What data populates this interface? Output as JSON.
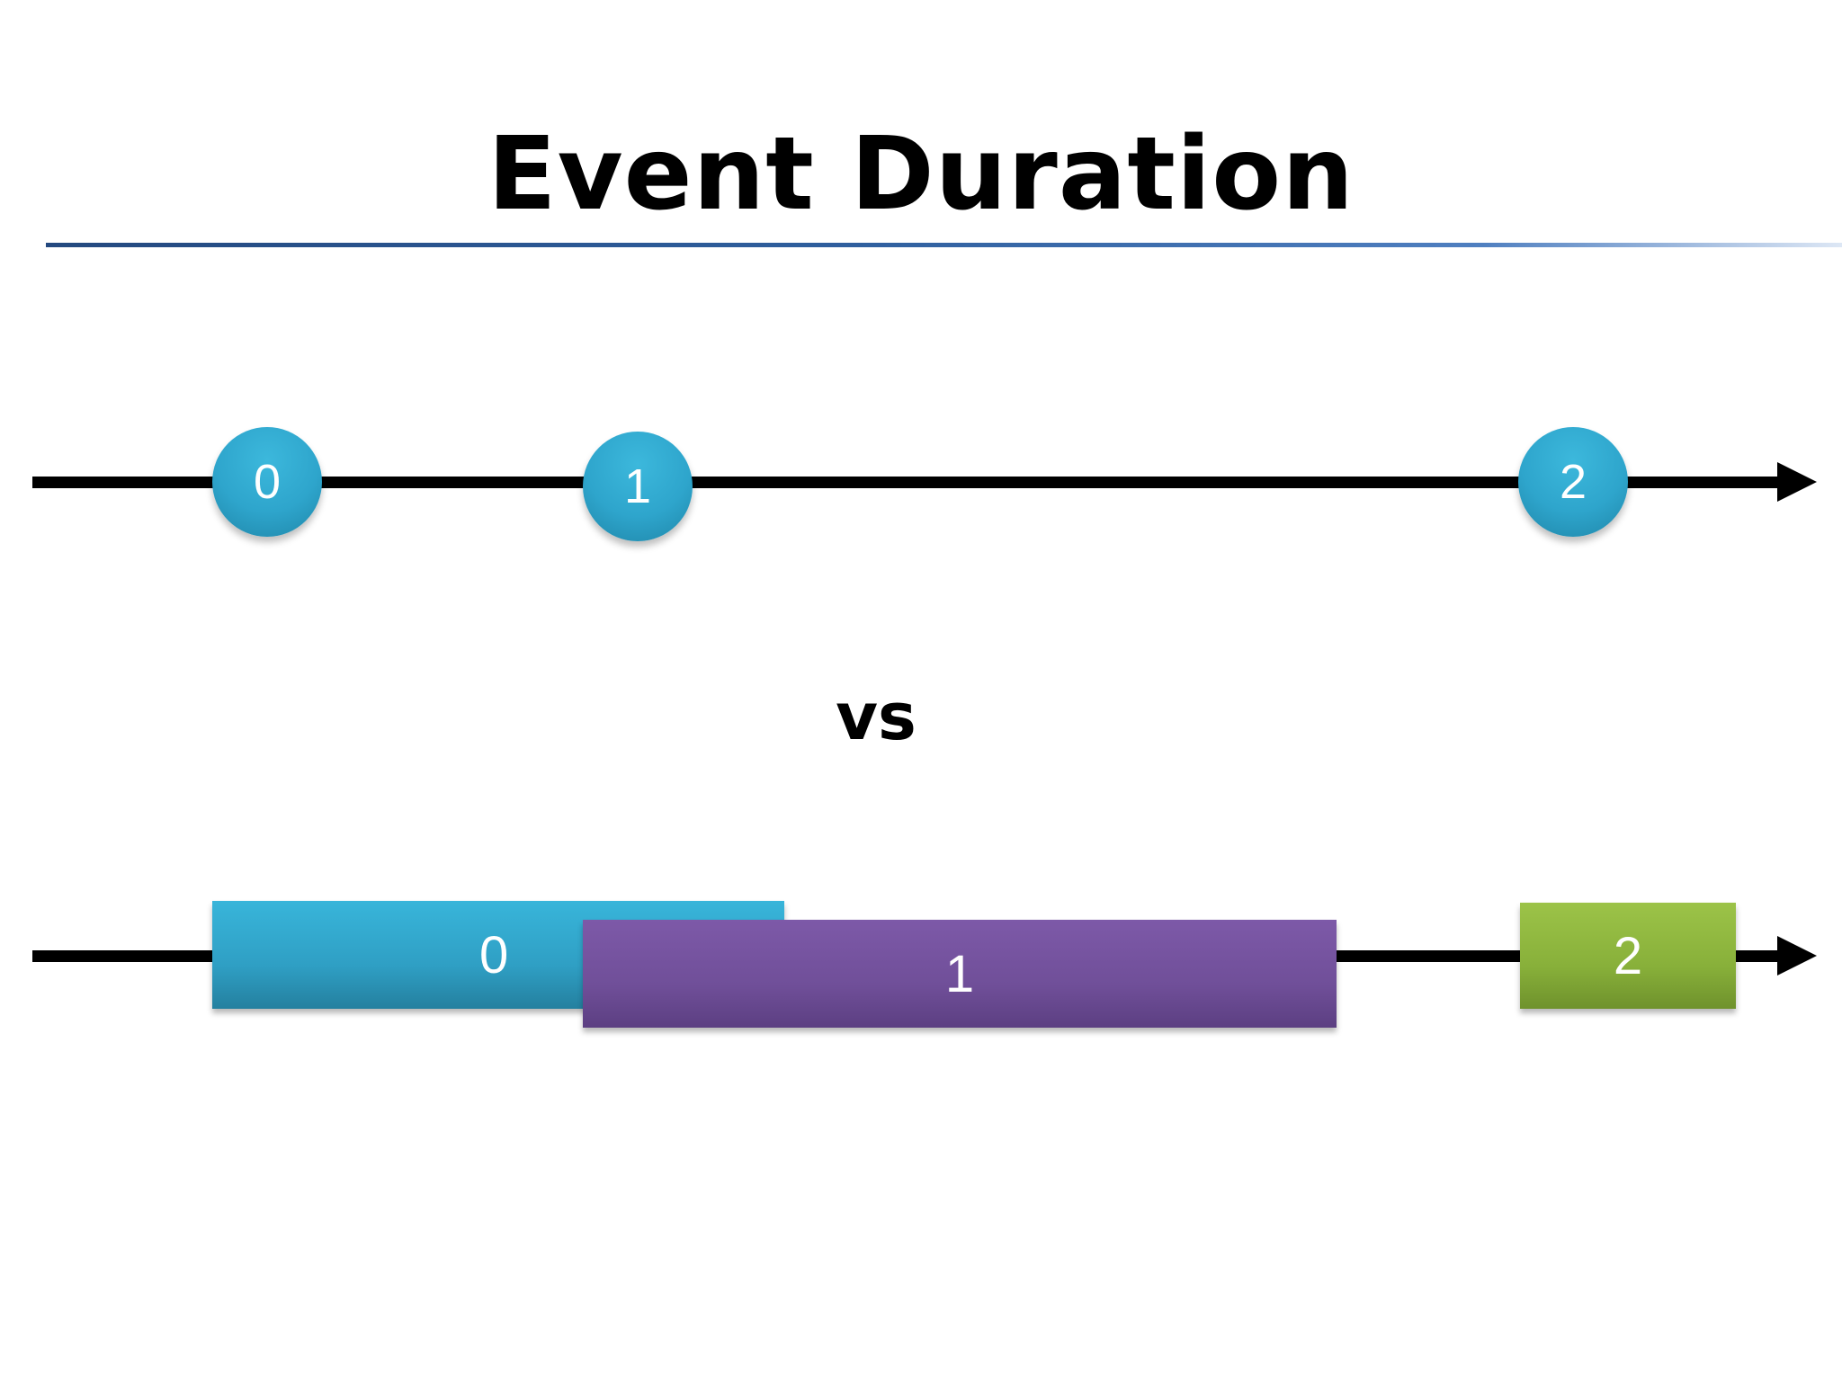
{
  "title": "Event Duration",
  "separator": "vs",
  "top_timeline": {
    "events": [
      {
        "label": "0"
      },
      {
        "label": "1"
      },
      {
        "label": "2"
      }
    ]
  },
  "bottom_timeline": {
    "events": [
      {
        "label": "0",
        "color": "#2fa6cd"
      },
      {
        "label": "1",
        "color": "#7453a0"
      },
      {
        "label": "2",
        "color": "#8bb23c"
      }
    ]
  },
  "colors": {
    "marble": "#2fa6cd",
    "title_rule": "#2f5f9e",
    "timeline": "#000000"
  }
}
